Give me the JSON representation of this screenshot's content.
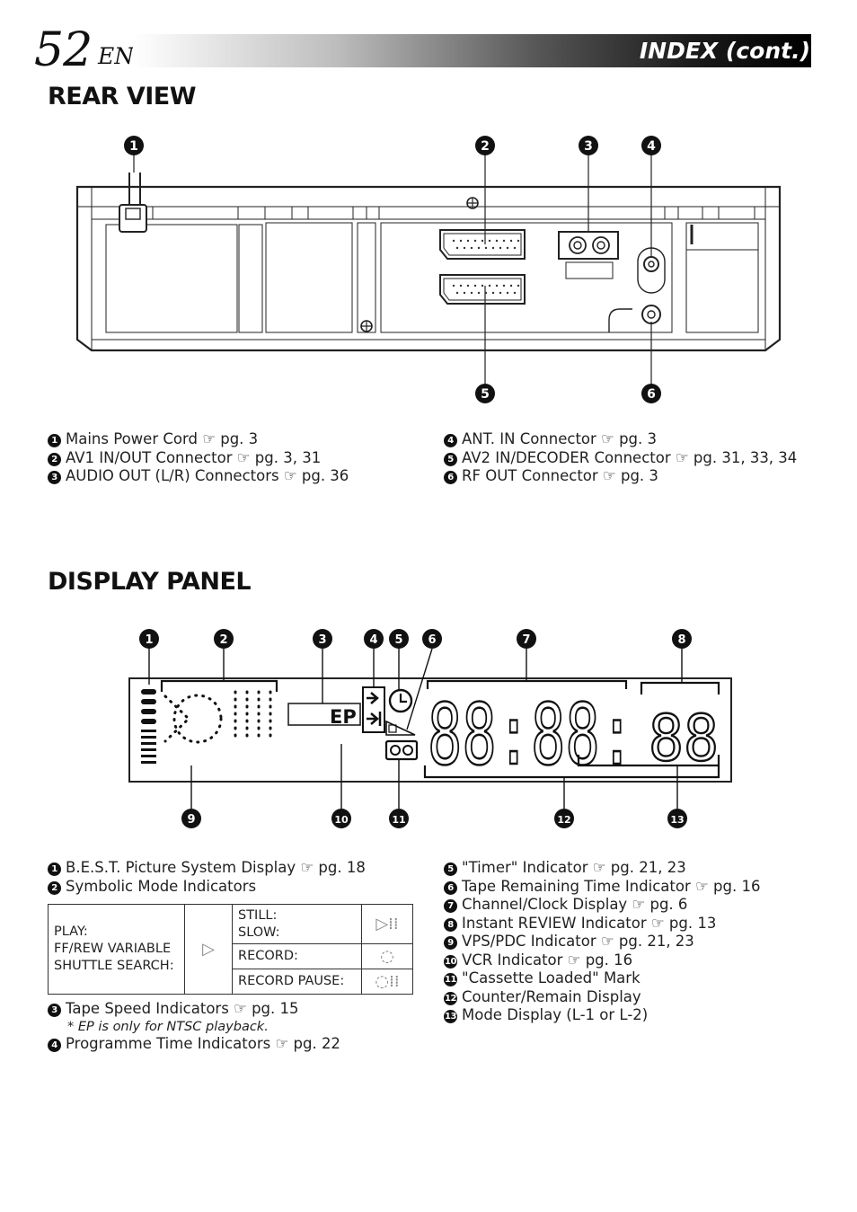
{
  "header": {
    "page_number": "52",
    "lang": "EN",
    "title": "INDEX (cont.)"
  },
  "rear_view": {
    "title": "REAR VIEW",
    "callouts": [
      "1",
      "2",
      "3",
      "4",
      "5",
      "6"
    ],
    "legend_left": [
      {
        "num": "1",
        "text": "Mains Power Cord ☞ pg. 3"
      },
      {
        "num": "2",
        "text": "AV1 IN/OUT Connector ☞ pg. 3, 31"
      },
      {
        "num": "3",
        "text": "AUDIO OUT (L/R) Connectors ☞ pg. 36"
      }
    ],
    "legend_right": [
      {
        "num": "4",
        "text": "ANT. IN Connector ☞ pg. 3"
      },
      {
        "num": "5",
        "text": "AV2 IN/DECODER Connector ☞ pg. 31, 33, 34"
      },
      {
        "num": "6",
        "text": "RF OUT Connector ☞ pg. 3"
      }
    ]
  },
  "display_panel": {
    "title": "DISPLAY PANEL",
    "callouts": [
      "1",
      "2",
      "3",
      "4",
      "5",
      "6",
      "7",
      "8",
      "9",
      "10",
      "11",
      "12",
      "13"
    ],
    "ep_label": "EP",
    "clock_digits": "88:88:",
    "mode_digits": "88",
    "legend_left": [
      {
        "num": "1",
        "text": "B.E.S.T. Picture System Display ☞ pg. 18"
      },
      {
        "num": "2",
        "text": "Symbolic Mode Indicators"
      }
    ],
    "mode_table": {
      "left_label_lines": [
        "PLAY:",
        "FF/REW VARIABLE",
        "SHUTTLE SEARCH:"
      ],
      "rows": [
        {
          "label_lines": [
            "STILL:",
            "SLOW:"
          ],
          "symbol": "▷⁞⁞"
        },
        {
          "label_lines": [
            "RECORD:"
          ],
          "symbol": "◌"
        },
        {
          "label_lines": [
            "RECORD PAUSE:"
          ],
          "symbol": "◌⁞⁞"
        }
      ],
      "play_symbol": "▷"
    },
    "legend_left_2": [
      {
        "num": "3",
        "text": "Tape Speed Indicators ☞ pg. 15"
      }
    ],
    "note": "* EP is only for NTSC playback.",
    "legend_left_3": [
      {
        "num": "4",
        "text": "Programme Time Indicators ☞ pg. 22"
      }
    ],
    "legend_right": [
      {
        "num": "5",
        "text": "\"Timer\" Indicator ☞ pg. 21, 23"
      },
      {
        "num": "6",
        "text": "Tape Remaining Time Indicator ☞ pg. 16"
      },
      {
        "num": "7",
        "text": "Channel/Clock Display ☞ pg. 6"
      },
      {
        "num": "8",
        "text": "Instant REVIEW Indicator ☞ pg. 13"
      },
      {
        "num": "9",
        "text": "VPS/PDC Indicator ☞ pg. 21, 23"
      },
      {
        "num": "10",
        "text": "VCR Indicator ☞ pg. 16"
      },
      {
        "num": "11",
        "text": "\"Cassette Loaded\" Mark"
      },
      {
        "num": "12",
        "text": "Counter/Remain Display"
      },
      {
        "num": "13",
        "text": "Mode Display (L-1 or L-2)"
      }
    ]
  }
}
